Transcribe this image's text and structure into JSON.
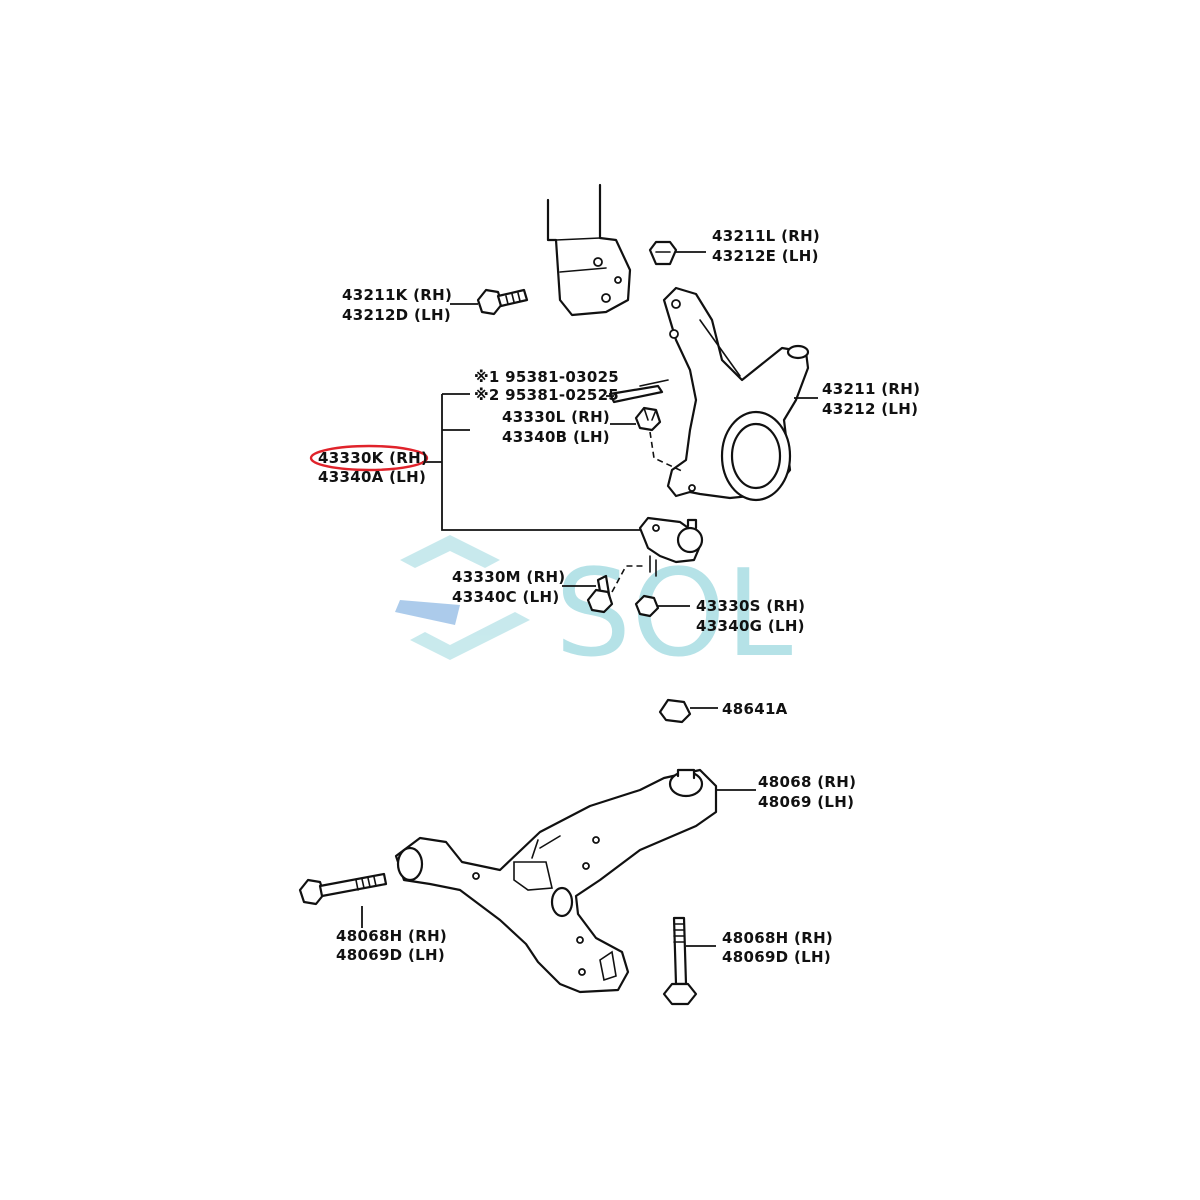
{
  "watermark": {
    "text": "SOL",
    "color": "#a9dde3"
  },
  "highlight_color": "#e0232b",
  "labels": {
    "p43211L": "43211L (RH)",
    "p43212E": "43212E (LH)",
    "p43211K": "43211K (RH)",
    "p43212D": "43212D (LH)",
    "n95381_03025": "※1 95381-03025",
    "n95381_02525": "※2 95381-02525",
    "p43330L": "43330L (RH)",
    "p43340B": "43340B (LH)",
    "p43211": "43211 (RH)",
    "p43212": "43212 (LH)",
    "p43330K": "43330K (RH)",
    "p43340A": "43340A (LH)",
    "p43330M": "43330M (RH)",
    "p43340C": "43340C (LH)",
    "p43330S": "43330S (RH)",
    "p43340G": "43340G (LH)",
    "p48641A": "48641A",
    "p48068": "48068 (RH)",
    "p48069": "48069 (LH)",
    "p48068H_a": "48068H (RH)",
    "p48069D_a": "48069D (LH)",
    "p48068H_b": "48068H (RH)",
    "p48069D_b": "48069D (LH)"
  }
}
